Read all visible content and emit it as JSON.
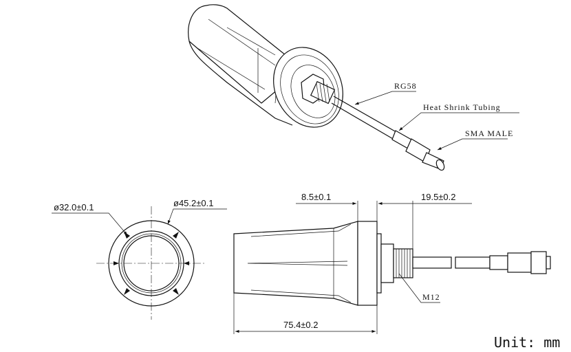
{
  "callouts": {
    "cable": "RG58",
    "tubing": "Heat Shrink Tubing",
    "connector": "SMA MALE",
    "thread": "M12"
  },
  "dimensions": {
    "inner_diameter": "ø32.0±0.1",
    "outer_diameter": "ø45.2±0.1",
    "flange_thickness": "8.5±0.1",
    "thread_length": "19.5±0.2",
    "total_length": "75.4±0.2"
  },
  "unit_label": "Unit: mm"
}
